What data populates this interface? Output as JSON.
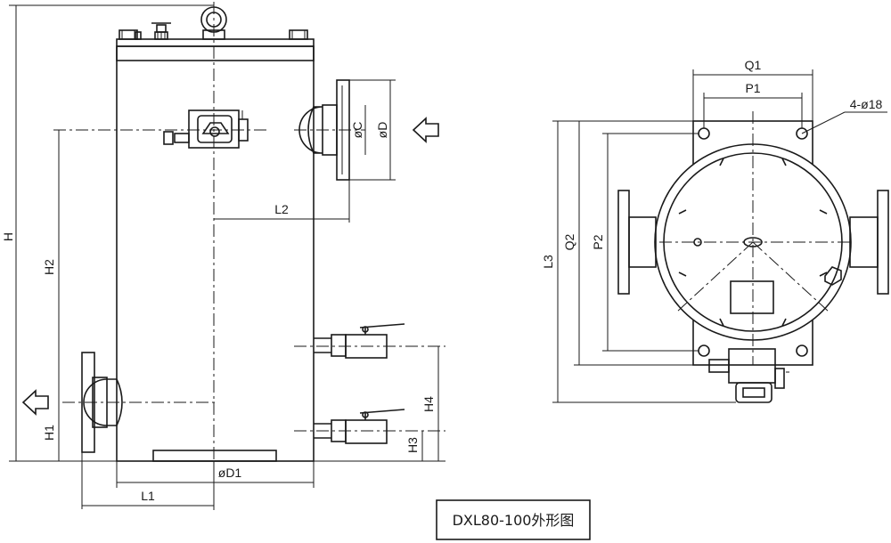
{
  "title": "DXL80-100外形图",
  "front_view": {
    "height_H": "H",
    "height_H1": "H1",
    "height_H2": "H2",
    "height_H3": "H3",
    "height_H4": "H4",
    "length_L1": "L1",
    "length_L2": "L2",
    "diameter_D1": "øD1",
    "diameter_C": "øC",
    "diameter_D": "øD"
  },
  "top_view": {
    "width_Q1": "Q1",
    "width_P1": "P1",
    "width_Q2": "Q2",
    "width_P2": "P2",
    "length_L3": "L3",
    "holes": "4-ø18"
  },
  "flow_arrows": [
    "inlet-arrow-left",
    "outlet-arrow-left"
  ]
}
